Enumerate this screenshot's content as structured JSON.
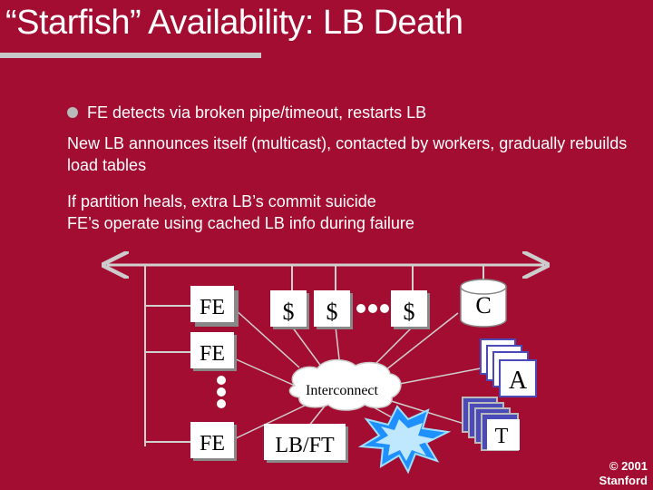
{
  "slide": {
    "title": "“Starfish” Availability: LB Death",
    "bullet1": "FE detects via broken pipe/timeout, restarts LB",
    "para2": "New LB announces itself (multicast), contacted by workers, gradually rebuilds load tables",
    "para3_line1": "If partition heals, extra LB’s commit suicide",
    "para3_line2": "FE’s operate using cached LB info during failure",
    "copyright_line1": "© 2001",
    "copyright_line2": "Stanford"
  },
  "diagram": {
    "fe_labels": [
      "FE",
      "FE",
      "FE"
    ],
    "dollar_labels": [
      "$",
      "$",
      "$"
    ],
    "cache_label": "C",
    "a_label": "A",
    "t_label": "T",
    "interconnect_label": "Interconnect",
    "lbft_label": "LB/FT",
    "colors": {
      "background": "#a30d31",
      "box": "#ffffff",
      "text": "#000000",
      "stack_blue": "#4a4ab8",
      "burst": "#1e90ff"
    }
  }
}
